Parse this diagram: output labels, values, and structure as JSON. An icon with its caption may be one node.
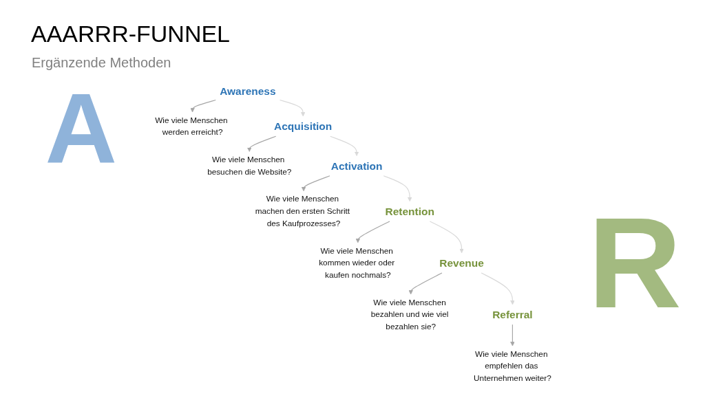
{
  "diagram": {
    "title": "AAARRR-FUNNEL",
    "nodes": [
      {
        "text": [
          "Awareness"
        ]
      },
      {
        "text": [
          "Wie viele Menschen werden erreicht?"
        ]
      },
      {
        "text": [
          "Wie viele Menschen besuchen die Website?"
        ]
      },
      {
        "text": [
          "Acquisition"
        ]
      },
      {
        "text": [
          "Activation"
        ]
      },
      {
        "text": [
          "Wie viele Menschen machen den ersten Schritt des Kaufprozesses?"
        ]
      },
      {
        "text": [
          "Wie viele Menschen kommen wieder oder kaufen nochmals?"
        ]
      },
      {
        "text": [
          "Retention"
        ]
      },
      {
        "text": [
          "Revenue"
        ]
      },
      {
        "text": [
          "Wie viele Menschen bezahlen und wie viel bezahlen sie?"
        ]
      },
      {
        "text": [
          "Wie viele Menschen empfehlen das Unternehmen weiter?"
        ]
      },
      {
        "text": [
          "Referral"
        ]
      }
    ],
    "edges": [
      {
        "from": 0,
        "to": 3,
        "arrow": "to",
        "color": "#d9d9d9"
      },
      {
        "from": 0,
        "to": 1,
        "arrow": "to"
      },
      {
        "from": 3,
        "to": 2,
        "arrow": "to"
      },
      {
        "from": 3,
        "to": 4,
        "arrow": "to",
        "color": "#d9d9d9"
      },
      {
        "from": 4,
        "to": 7,
        "arrow": "to",
        "color": "#d9d9d9"
      },
      {
        "from": 4,
        "to": 5,
        "arrow": "to"
      },
      {
        "from": 7,
        "to": 6,
        "arrow": "to"
      },
      {
        "from": 7,
        "to": 8,
        "arrow": "to",
        "color": "#d9d9d9"
      },
      {
        "from": 8,
        "to": 11,
        "arrow": "to",
        "color": "#d9d9d9"
      },
      {
        "from": 8,
        "to": 9,
        "arrow": "to"
      },
      {
        "from": 11,
        "to": 10,
        "arrow": "to"
      }
    ],
    "labels": [
      "Ergänzende Methoden",
      "A",
      "R"
    ]
  }
}
